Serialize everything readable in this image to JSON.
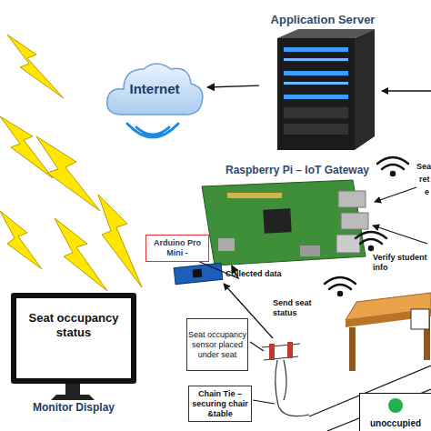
{
  "diagram": {
    "nodes": [
      {
        "text": [
          "Internet"
        ]
      },
      {
        "text": [
          "Application Server"
        ]
      },
      {
        "text": [
          "Raspberry Pi – IoT Gateway"
        ]
      },
      {
        "text": [
          "Arduino Pro Mini -"
        ]
      },
      {
        "text": [
          "Seat occupancy status",
          "Monitor Display"
        ]
      },
      {
        "text": [
          "Seat occupancy sensor placed under seat"
        ]
      },
      {
        "text": [
          "Chain Tie – securing chair &table"
        ]
      },
      {
        "text": [
          "unoccupied"
        ]
      }
    ],
    "edges": [
      {
        "from": 1,
        "to": 0,
        "arrow": "to"
      },
      {
        "from": 3,
        "to": 2,
        "label": "Collected data",
        "arrow": "to"
      }
    ],
    "labels": [
      "Sea",
      "ret",
      "e",
      "Verify student info",
      "Send seat status"
    ]
  }
}
